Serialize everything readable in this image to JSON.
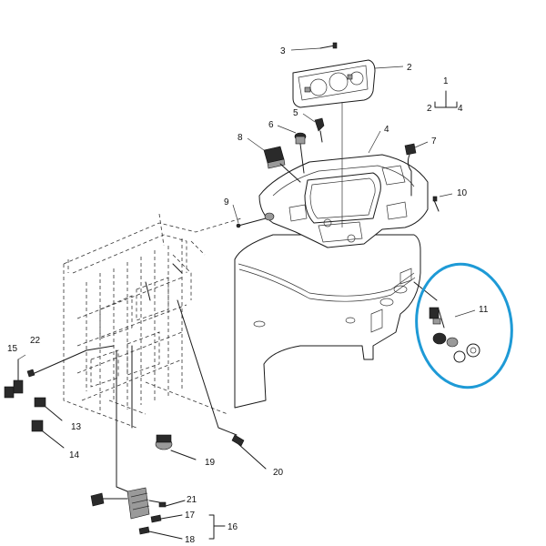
{
  "highlight_color": "#1e9ad6",
  "callouts": {
    "c1": "1",
    "c2a": "2",
    "c2b": "2",
    "c3": "3",
    "c4a": "4",
    "c4b": "4",
    "c5": "5",
    "c6": "6",
    "c7": "7",
    "c8": "8",
    "c9": "9",
    "c10": "10",
    "c11": "11",
    "c13": "13",
    "c14": "14",
    "c15": "15",
    "c16": "16",
    "c17": "17",
    "c18": "18",
    "c19": "19",
    "c20": "20",
    "c21": "21",
    "c22": "22"
  }
}
